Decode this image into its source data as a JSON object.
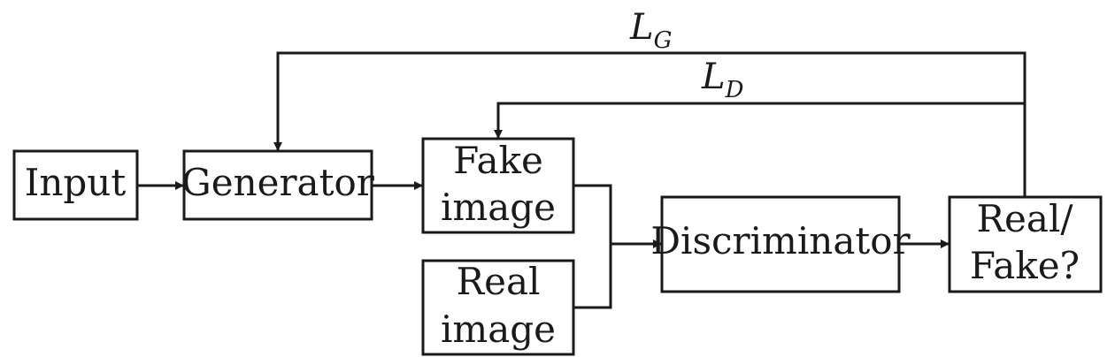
{
  "nodes": {
    "input": {
      "label": "Input"
    },
    "generator": {
      "label": "Generator"
    },
    "fake_image": {
      "line1": "Fake",
      "line2": "image"
    },
    "real_image": {
      "line1": "Real",
      "line2": "image"
    },
    "discriminator": {
      "label": "Discriminator"
    },
    "real_fake": {
      "line1": "Real/",
      "line2": "Fake?"
    }
  },
  "losses": {
    "generator": {
      "symbol": "L",
      "subscript": "G"
    },
    "discriminator": {
      "symbol": "L",
      "subscript": "D"
    }
  },
  "edges": [
    {
      "from": "input",
      "to": "generator"
    },
    {
      "from": "generator",
      "to": "fake_image"
    },
    {
      "from": "fake_image",
      "to": "discriminator"
    },
    {
      "from": "real_image",
      "to": "discriminator"
    },
    {
      "from": "discriminator",
      "to": "real_fake"
    },
    {
      "from": "real_fake",
      "to": "generator",
      "label": "L_G"
    },
    {
      "from": "real_fake",
      "to": "fake_image",
      "label": "L_D"
    }
  ]
}
